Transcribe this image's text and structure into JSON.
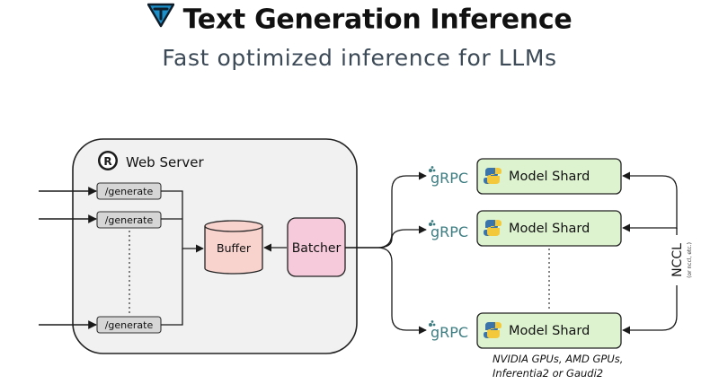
{
  "header": {
    "title": "Text Generation Inference",
    "subtitle": "Fast optimized inference for LLMs"
  },
  "diagram": {
    "web_server_label": "Web Server",
    "routes": [
      "/generate",
      "/generate",
      "/generate"
    ],
    "buffer_label": "Buffer",
    "batcher_label": "Batcher",
    "grpc_labels": [
      "gRPC",
      "gRPC",
      "gRPC"
    ],
    "shards": [
      "Model Shard",
      "Model Shard",
      "Model Shard"
    ],
    "nccl_label": "NCCL",
    "nccl_sub": "(or nccl, etc.)",
    "hardware_note": [
      "NVIDIA GPUs, AMD GPUs,",
      "Inferentia2 or Gaudi2"
    ]
  },
  "colors": {
    "web_server_fill": "#f1f1f1",
    "route_fill": "#d6d6d6",
    "buffer_fill": "#f8d2cd",
    "batcher_fill": "#f6cadb",
    "shard_fill": "#ddf3cf",
    "grpc_text": "#3d7d82",
    "logo": "#1a8fc9"
  },
  "icons": {
    "title_logo": "tgi-logo-icon",
    "rust_logo": "rust-logo-icon",
    "grpc_logo": "grpc-logo-icon",
    "python_logo": "python-logo-icon"
  }
}
